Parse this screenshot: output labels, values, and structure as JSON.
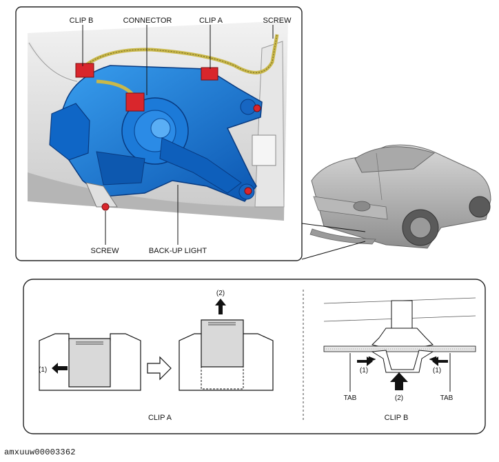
{
  "labels": {
    "clip_b": "CLIP B",
    "connector": "CONNECTOR",
    "clip_a": "CLIP A",
    "screw_top": "SCREW",
    "screw_bottom": "SCREW",
    "backup_light": "BACK-UP LIGHT"
  },
  "detail": {
    "clip_a_caption": "CLIP A",
    "clip_b_caption": "CLIP B",
    "step1": "(1)",
    "step2": "(2)",
    "tab": "TAB"
  },
  "doc_code": "amxuuw00003362",
  "colors": {
    "lamp_blue": "#1f86e0",
    "lamp_dark": "#0b4fa6",
    "clip_red": "#d9262c",
    "harness_yellow": "#c9b84a",
    "panel_gray": "#d9d9d9"
  }
}
